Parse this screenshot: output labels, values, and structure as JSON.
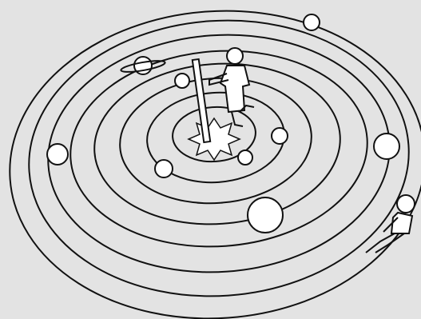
{
  "scene": {
    "background_color": "#e3e3e3",
    "line_color": "#111111",
    "planet_fill": "#ffffff",
    "orbit_count": 8,
    "planet_count": 9,
    "figures": [
      "child-with-rod-figure",
      "walking-child-figure"
    ],
    "central_object": "sun-star"
  }
}
